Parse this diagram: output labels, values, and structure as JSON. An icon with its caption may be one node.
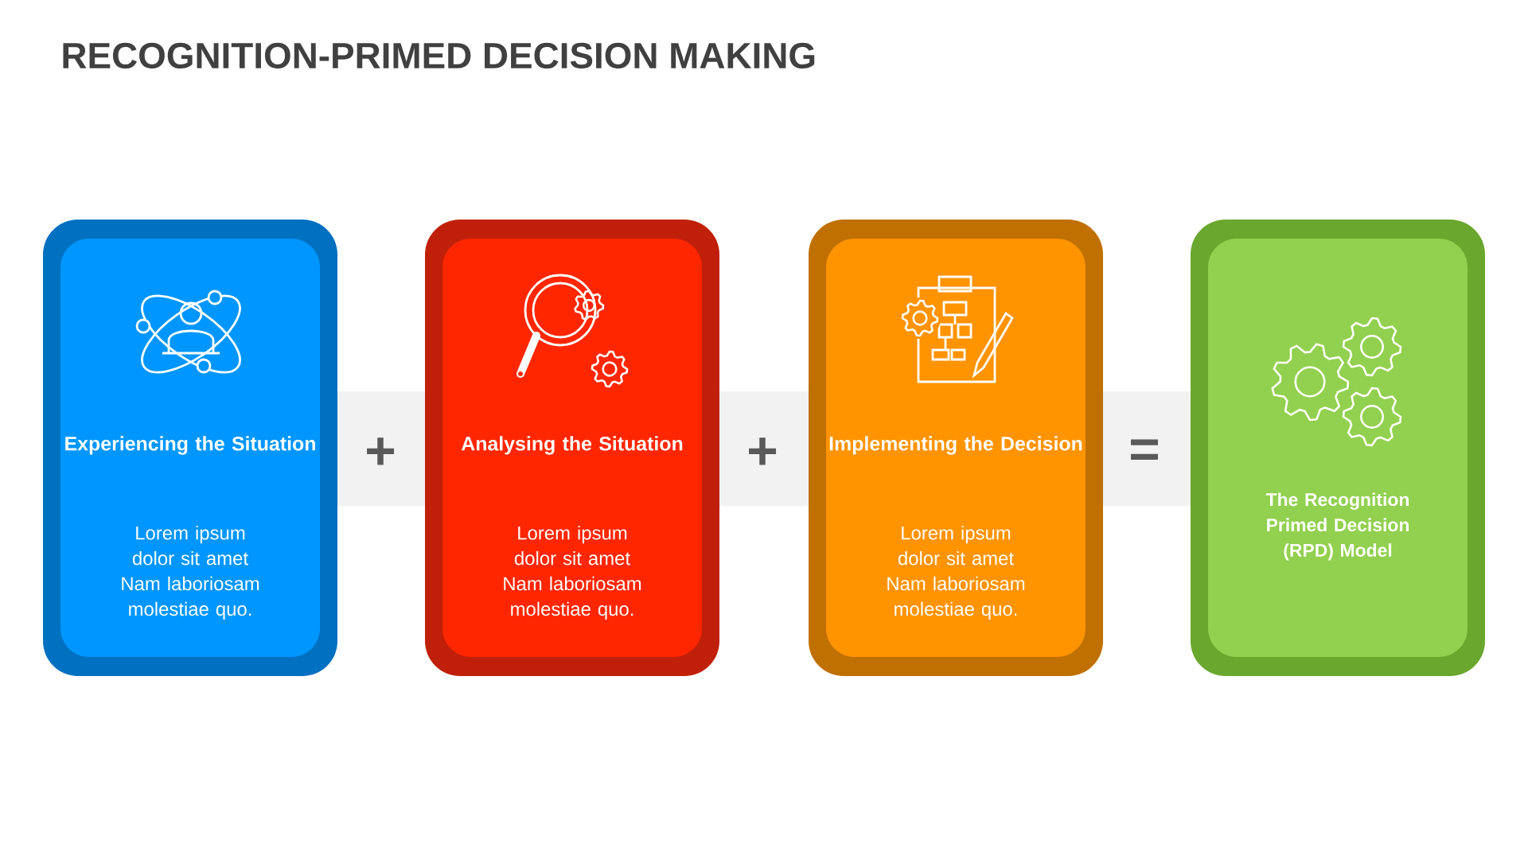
{
  "diagram": {
    "title": "RECOGNITION-PRIMED DECISION MAKING",
    "nodes": [
      {
        "text": [
          "Experiencing the Situation",
          "Lorem ipsum dolor sit amet Nam laboriosam molestiae quo."
        ]
      },
      {
        "text": [
          "Analysing the Situation",
          "Lorem ipsum dolor sit amet Nam laboriosam molestiae quo."
        ]
      },
      {
        "text": [
          "Implementing the Decision",
          "Lorem ipsum dolor sit amet Nam laboriosam molestiae quo."
        ]
      },
      {
        "text": [
          "The Recognition Primed Decision (RPD) Model"
        ]
      }
    ],
    "labels": [
      "+",
      "+",
      "="
    ]
  }
}
